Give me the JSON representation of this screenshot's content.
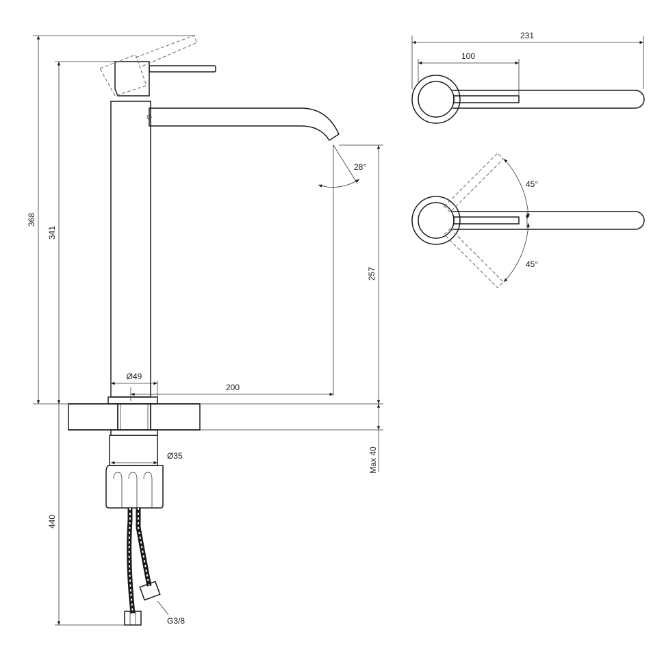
{
  "side_view": {
    "dimensions": {
      "total_height": "368",
      "spout_height": "341",
      "outlet_height": "257",
      "spout_reach": "200",
      "body_diameter": "Ø49",
      "shank_diameter": "Ø35",
      "deck_thickness": "Max 40",
      "hose_length": "440",
      "spout_angle": "28°",
      "connection_thread": "G3/8"
    }
  },
  "top_view": {
    "dimensions": {
      "overall_length": "231",
      "handle_length": "100"
    }
  },
  "rotation_view": {
    "dimensions": {
      "angle_up": "45°",
      "angle_down": "45°"
    }
  },
  "colors": {
    "line": "#1a1a1a",
    "hidden_line": "#666666"
  }
}
